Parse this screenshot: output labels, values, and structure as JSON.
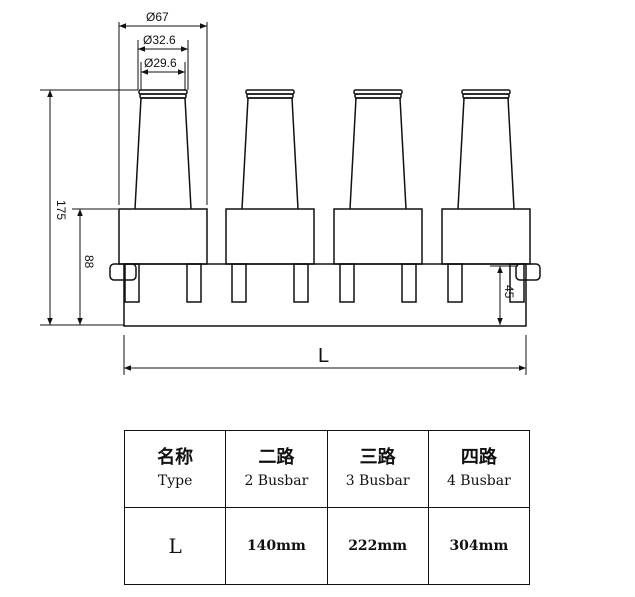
{
  "dimensions": {
    "d_outer": "Ø67",
    "d_mid": "Ø32.6",
    "d_inner": "Ø29.6",
    "height_total": "175",
    "height_base": "88",
    "height_leg": "45",
    "length": "L"
  },
  "table": {
    "header_name_zh": "名称",
    "header_name_en": "Type",
    "columns": [
      {
        "zh": "二路",
        "en": "2 Busbar",
        "value": "140mm"
      },
      {
        "zh": "三路",
        "en": "3 Busbar",
        "value": "222mm"
      },
      {
        "zh": "四路",
        "en": "4 Busbar",
        "value": "304mm"
      }
    ],
    "row_label": "L"
  }
}
